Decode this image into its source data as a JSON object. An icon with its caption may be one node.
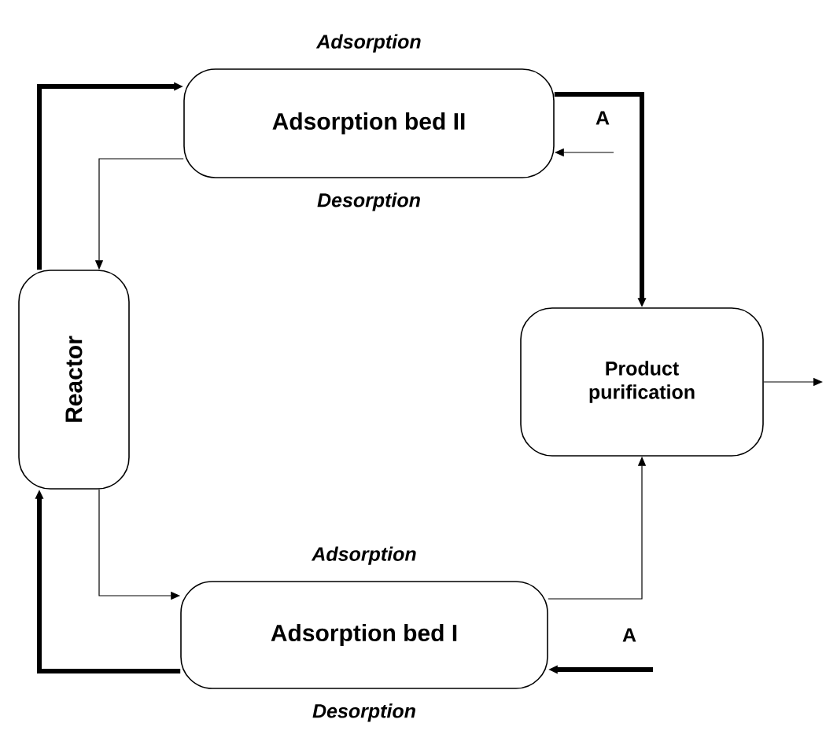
{
  "diagram": {
    "nodes": [
      {
        "text": [
          "Adsorption bed II"
        ],
        "beside": [
          "Adsorption",
          "Desorption"
        ]
      },
      {
        "text": [
          "Reactor"
        ]
      },
      {
        "text": [
          "Product purification"
        ]
      },
      {
        "text": [
          "Adsorption bed I"
        ],
        "beside": [
          "Adsorption",
          "Desorption"
        ]
      }
    ],
    "edges": [
      {
        "from": 1,
        "to": 0,
        "arrow": "to",
        "style": "thick"
      },
      {
        "from": 0,
        "to": 1,
        "arrow": "to"
      },
      {
        "from": 0,
        "to": 2,
        "arrow": "to",
        "style": "thick"
      },
      {
        "from": null,
        "to": 0,
        "arrow": "to",
        "label": "A"
      },
      {
        "from": 1,
        "to": 3,
        "arrow": "to"
      },
      {
        "from": 3,
        "to": 1,
        "arrow": "to",
        "style": "thick"
      },
      {
        "from": 3,
        "to": 2,
        "arrow": "to"
      },
      {
        "from": null,
        "to": 3,
        "arrow": "to",
        "style": "thick",
        "label": "A"
      },
      {
        "from": 2,
        "to": null,
        "arrow": "to"
      }
    ]
  }
}
